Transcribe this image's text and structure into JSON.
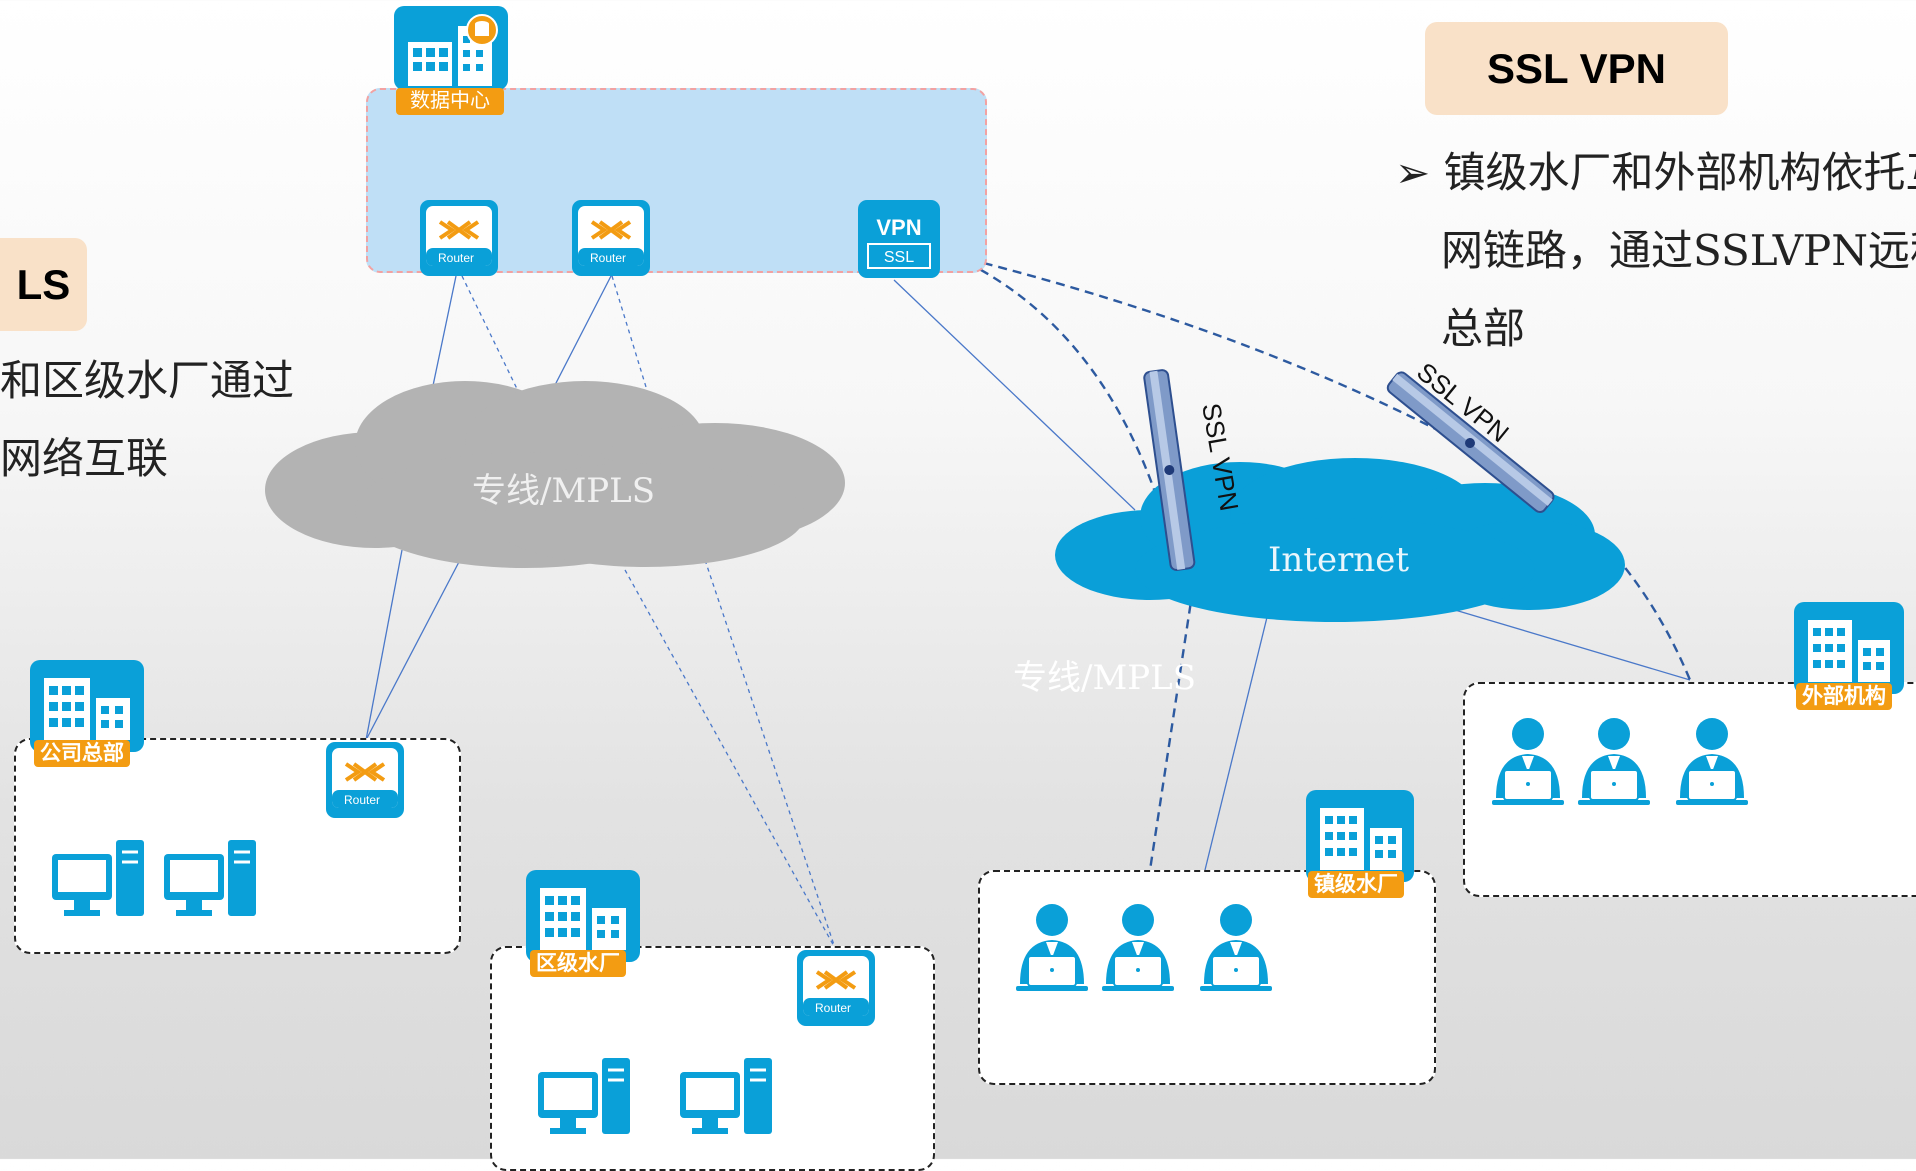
{
  "left_panel": {
    "tag": "LS",
    "lines": [
      "和区级水厂通过",
      "网络互联"
    ]
  },
  "right_panel": {
    "tag": "SSL VPN",
    "lines": [
      "➢ 镇级水厂和外部机构依托互",
      "网链路，通过SSLVPN远程接",
      "总部"
    ]
  },
  "data_center": {
    "label": "数据中心",
    "routers": [
      "Router",
      "Router"
    ],
    "vpn": {
      "top": "VPN",
      "bottom": "SSL"
    }
  },
  "clouds": {
    "mpls": "专线/MPLS",
    "internet": "Internet",
    "mpls_faded": "专线/MPLS"
  },
  "tunnels": [
    "SSL VPN",
    "SSL VPN"
  ],
  "sites": {
    "hq": {
      "label": "公司总部",
      "router": "Router"
    },
    "district": {
      "label": "区级水厂",
      "router": "Router"
    },
    "town": {
      "label": "镇级水厂"
    },
    "external": {
      "label": "外部机构"
    }
  },
  "colors": {
    "icon_blue": "#0aa0d8",
    "label_orange": "#f39c12",
    "dc_fill": "#bfdff6",
    "mpls_cloud": "#b3b3b3",
    "internet_cloud": "#0a9fd8",
    "tag_fill": "#f9e1c8"
  }
}
